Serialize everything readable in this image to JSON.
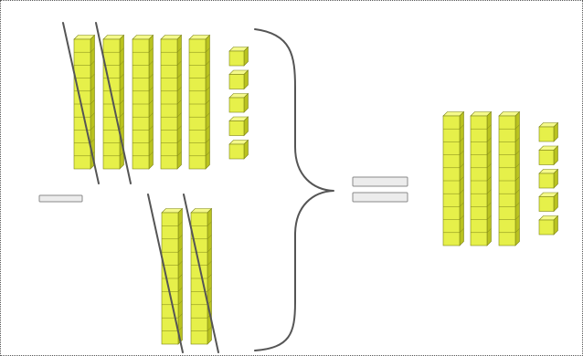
{
  "colors": {
    "cube_front": "#e6f04a",
    "cube_top": "#f4f98a",
    "cube_side": "#b9c21f",
    "cube_edge": "#7d8416",
    "strike": "#555555",
    "brace": "#555555",
    "bar_fill": "#ececec",
    "bar_edge": "#8a8a8a",
    "border": "#555555"
  },
  "minuend": {
    "tens": 5,
    "ones": 5,
    "tens_crossed": 2
  },
  "subtrahend": {
    "tens": 2,
    "tens_crossed": 2
  },
  "result": {
    "tens": 3,
    "ones": 5
  },
  "rod_length": 10,
  "operators": {
    "minus": "minus-sign",
    "equals": "equals-sign",
    "grouping": "right-curly-brace"
  }
}
